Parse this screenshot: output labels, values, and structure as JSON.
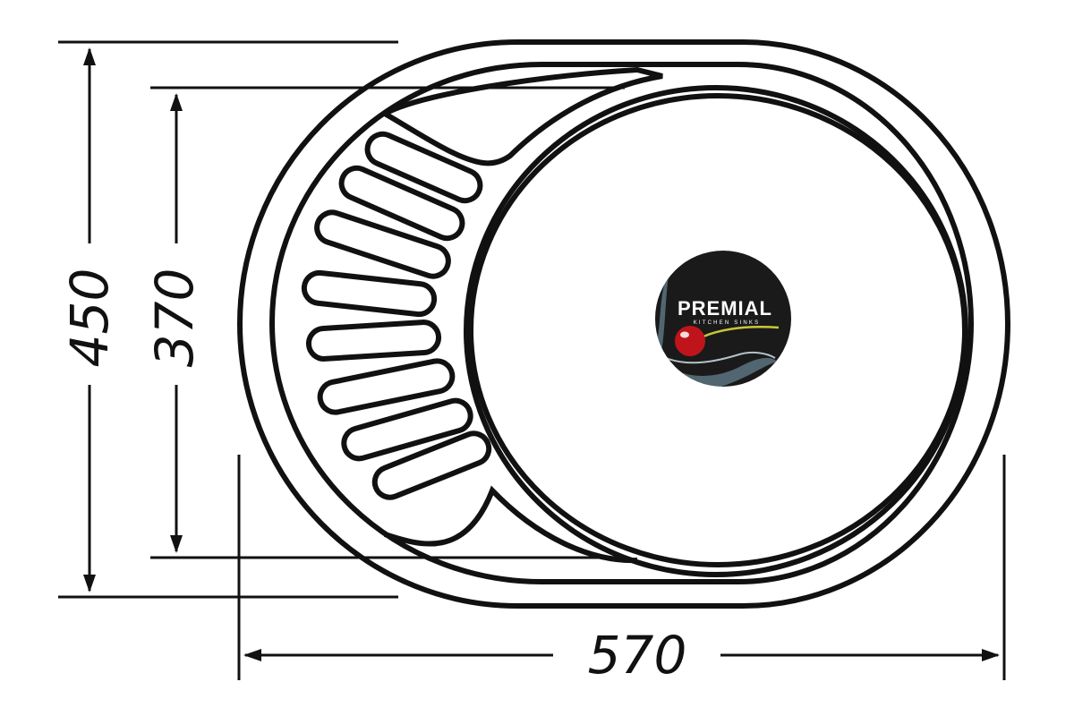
{
  "dimensions": {
    "overall_height": "450",
    "bowl_height": "370",
    "overall_width": "570"
  },
  "logo": {
    "brand": "PREMIAL",
    "tagline": "KITCHEN SINKS"
  },
  "drainboard": {
    "groove_count": 8
  },
  "colors": {
    "line": "#111111",
    "logo_bg": "#1a1a1a",
    "cherry": "#c0141c",
    "stem": "#c9c63a"
  }
}
